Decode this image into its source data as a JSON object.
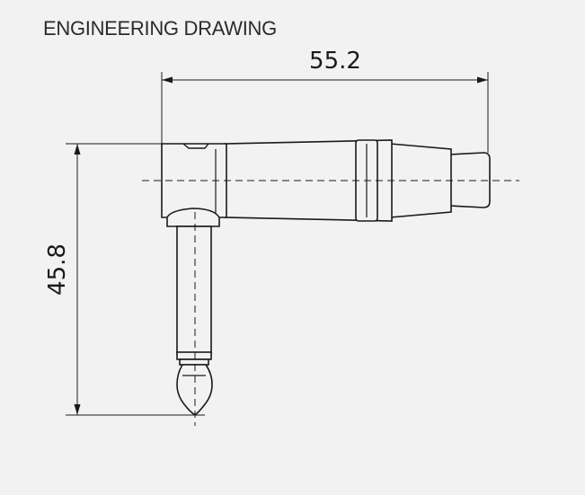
{
  "header": {
    "title": "ENGINEERING DRAWING"
  },
  "drawing": {
    "dimensions": {
      "width": "55.2",
      "height": "45.8"
    }
  }
}
